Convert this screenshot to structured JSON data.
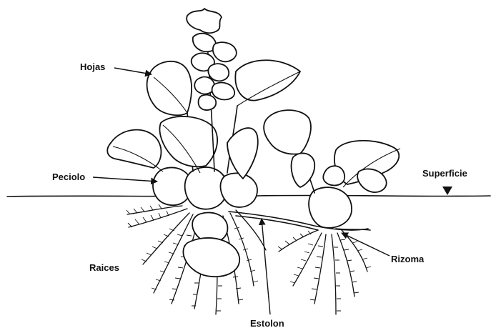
{
  "labels": {
    "hojas": "Hojas",
    "peciolo": "Peciolo",
    "superficie": "Superficie",
    "raices": "Raices",
    "rizoma": "Rizoma",
    "estolon": "Estolon"
  },
  "colors": {
    "ink": "#111111",
    "background": "#ffffff"
  }
}
